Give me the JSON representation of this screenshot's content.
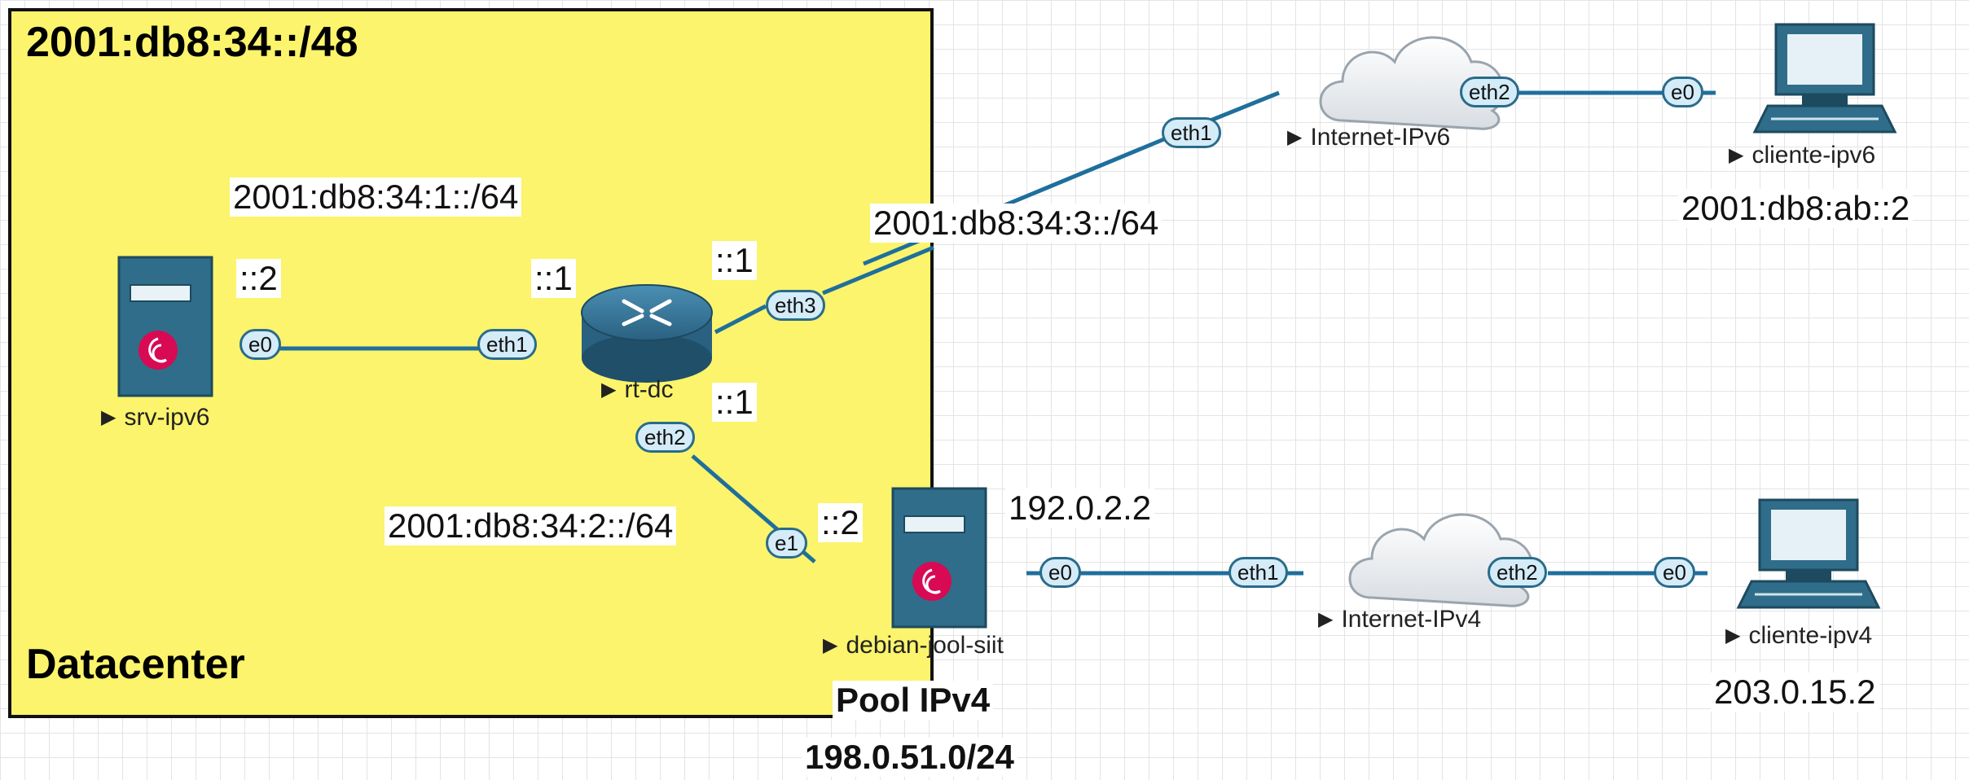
{
  "zone": {
    "title": "2001:db8:34::/48",
    "footer": "Datacenter"
  },
  "subnets": {
    "lan1": "2001:db8:34:1::/64",
    "lan2": "2001:db8:34:2::/64",
    "uplink": "2001:db8:34:3::/64"
  },
  "host_addresses": {
    "srv_ipv6": "::2",
    "rt_dc_eth1": "::1",
    "rt_dc_eth3": "::1",
    "rt_dc_eth2": "::1",
    "jool_e1": "::2",
    "jool_ipv4": "192.0.2.2",
    "cliente_ipv6": "2001:db8:ab::2",
    "cliente_ipv4": "203.0.15.2"
  },
  "pool": {
    "title": "Pool IPv4",
    "prefix": "198.0.51.0/24"
  },
  "nodes": {
    "srv_ipv6": "srv-ipv6",
    "rt_dc": "rt-dc",
    "jool": "debian-jool-siit",
    "internet_v6": "Internet-IPv6",
    "internet_v4": "Internet-IPv4",
    "cliente_ipv6": "cliente-ipv6",
    "cliente_ipv4": "cliente-ipv4"
  },
  "ports": {
    "srv_e0": "e0",
    "rt_eth1": "eth1",
    "rt_eth3": "eth3",
    "rt_eth2": "eth2",
    "jool_e1": "e1",
    "jool_e0": "e0",
    "inet6_eth1": "eth1",
    "inet6_eth2": "eth2",
    "cli6_e0": "e0",
    "inet4_eth1": "eth1",
    "inet4_eth2": "eth2",
    "cli4_e0": "e0"
  },
  "colors": {
    "zone_fill": "#fbf46c",
    "link": "#1f6f9c",
    "device": "#2f6d8a",
    "port_fill": "#d4ebf8",
    "debian": "#d70a53"
  }
}
